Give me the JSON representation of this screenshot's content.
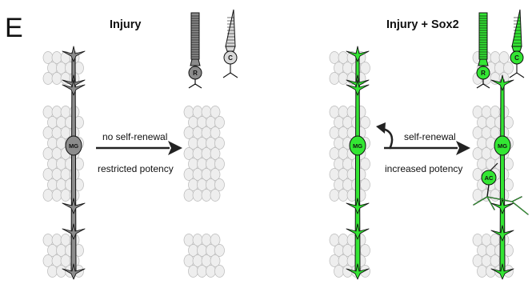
{
  "panel_letter": "E",
  "left_panel": {
    "title": "Injury",
    "arrow_top_label": "no self-renewal",
    "arrow_bottom_label": "restricted potency",
    "mg_cell_label": "MG",
    "rod_label": "R",
    "cone_label": "C",
    "fill_color": "#8c8c8c",
    "light_color": "#d9d9d9"
  },
  "right_panel": {
    "title": "Injury + Sox2",
    "arrow_top_label": "self-renewal",
    "arrow_bottom_label": "increased potency",
    "mg_cell_label": "MG",
    "mg_progeny_label": "MG",
    "amacrine_label": "AC",
    "rod_label": "R",
    "cone_label": "C",
    "fill_color": "#33e633"
  },
  "colors": {
    "background_cells": "#eeeeee",
    "cell_outline": "#b8b8b8",
    "outline": "#111111",
    "arrow": "#222222"
  }
}
